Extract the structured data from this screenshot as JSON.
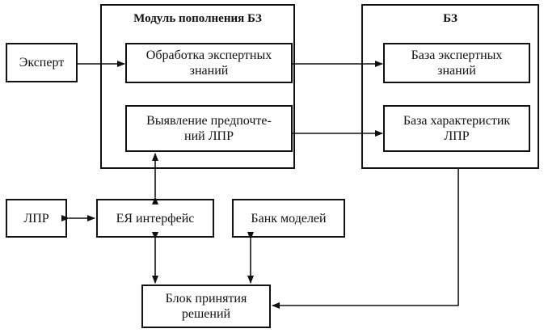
{
  "modules": {
    "replenish": {
      "title": "Модуль пополнения БЗ"
    },
    "kb": {
      "title": "БЗ"
    }
  },
  "blocks": {
    "expert": "Эксперт",
    "processing": "Обработка экспертных\nзнаний",
    "preferences": "Выявление предпочте-\nний ЛПР",
    "expert_base": "База экспертных\nзнаний",
    "lpr_base": "База характеристик\nЛПР",
    "lpr": "ЛПР",
    "nl_interface": "ЕЯ интерфейс",
    "model_bank": "Банк моделей",
    "decision": "Блок принятия\nрешений"
  }
}
